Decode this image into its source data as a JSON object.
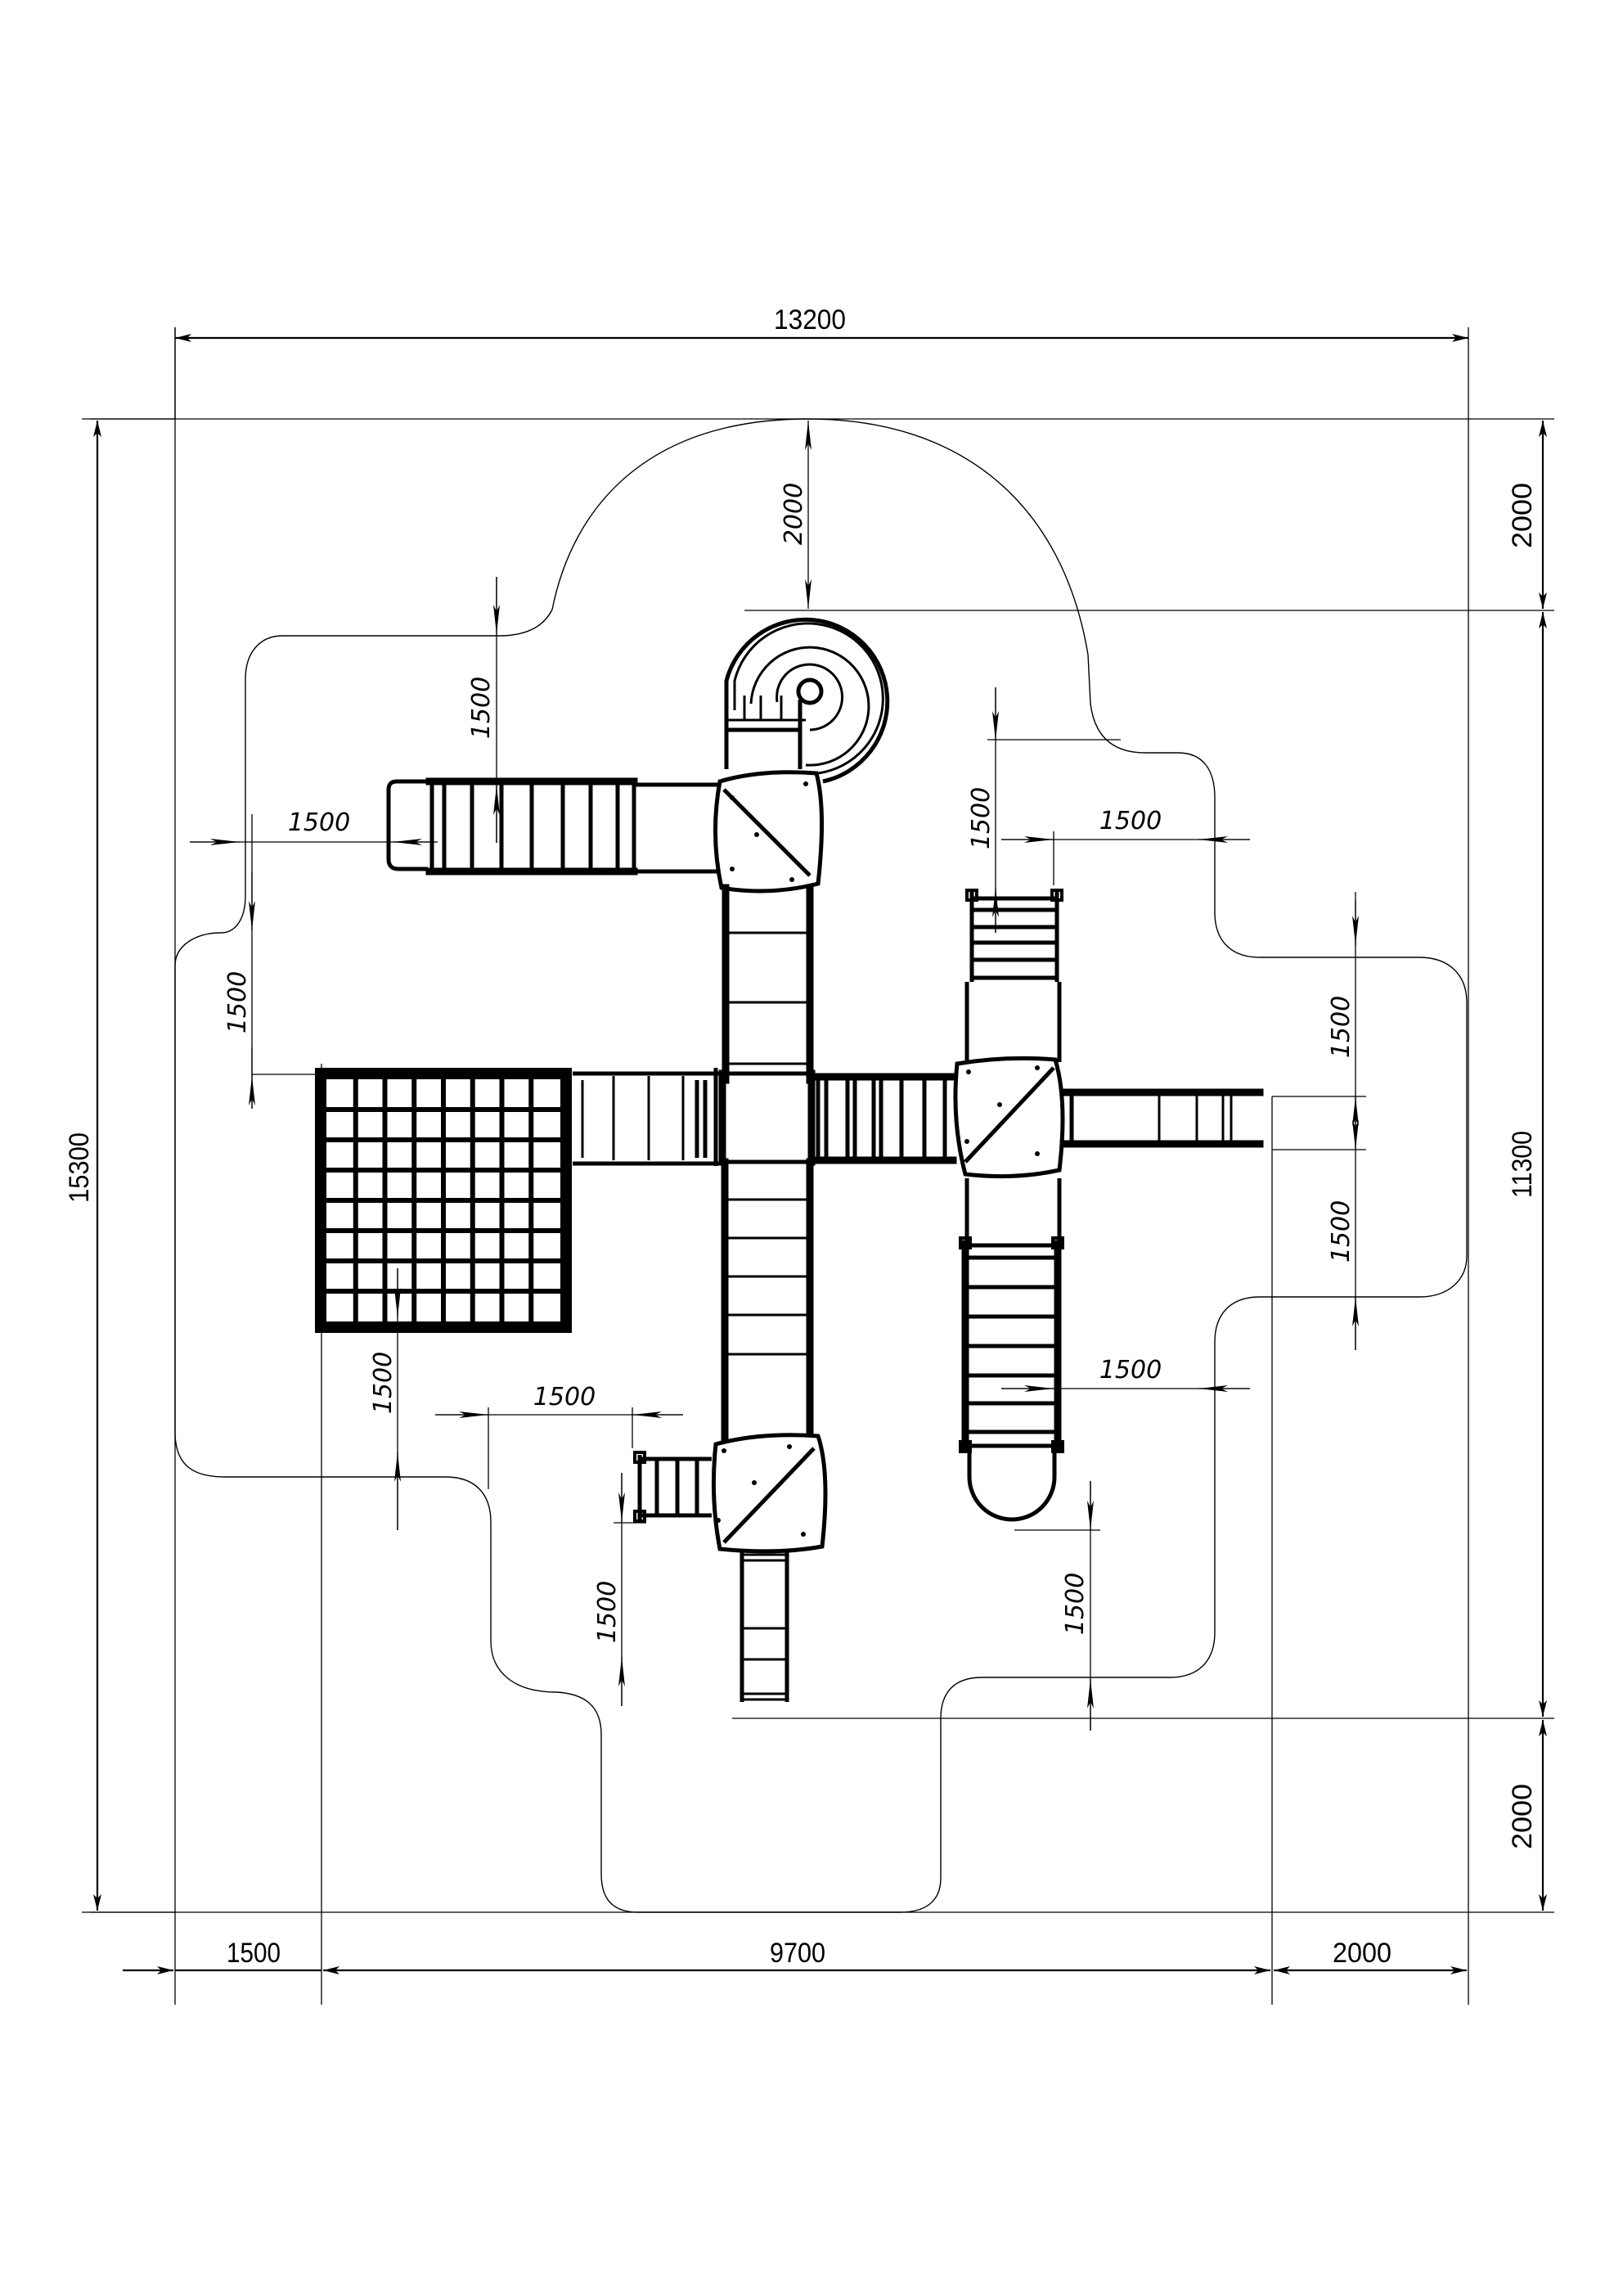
{
  "drawing": {
    "type": "playground-layout-plan",
    "stroke_color": "#000000",
    "background": "#ffffff"
  },
  "dimensions": {
    "overall_width": "13200",
    "overall_height": "15300",
    "right_top_margin": "2000",
    "right_middle_height": "11300",
    "right_bottom_margin": "2000",
    "bottom_left_margin": "1500",
    "bottom_equipment_width": "9700",
    "bottom_right_margin": "2000",
    "slide_top_clearance": "2000",
    "upper_ladder_top_clearance": "1500",
    "upper_ladder_left_clearance": "1500",
    "net_top_clearance": "1500",
    "net_bottom_clearance": "1500",
    "right_ladder_top_clearance": "1500",
    "right_ladder_side_clearance": "1500",
    "right_bridge_top_clearance": "1500",
    "right_bridge_bottom_clearance": "1500",
    "right_slide_side_clearance": "1500",
    "right_slide_bottom_clearance": "1500",
    "lower_step_left_clearance": "1500",
    "lower_step_bottom_clearance": "1500"
  },
  "components": {
    "climbing_net": {
      "rows": 8,
      "cols": 8
    },
    "spiral_slide": {
      "turns": 3
    },
    "platforms": 3
  }
}
